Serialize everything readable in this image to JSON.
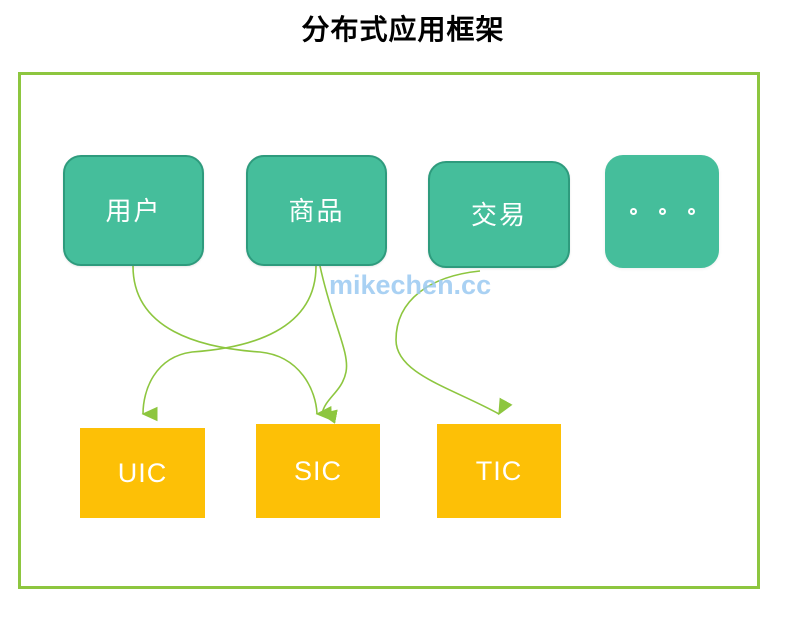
{
  "page": {
    "title": "分布式应用框架",
    "background_color": "#FFFFFF"
  },
  "frame": {
    "border_color": "#8DC63F"
  },
  "watermark": {
    "text": "mikechen.cc",
    "color": "#9BC9F2"
  },
  "colors": {
    "service_fill": "#45BE9B",
    "service_border": "#2E9B7D",
    "center_fill": "#FDC006",
    "connector": "#8DC63F",
    "label_text": "#FFFFFF",
    "title_text": "#000000"
  },
  "service_layer": {
    "nodes": [
      {
        "id": "user",
        "label": "用户",
        "type": "text"
      },
      {
        "id": "product",
        "label": "商品",
        "type": "text"
      },
      {
        "id": "trade",
        "label": "交易",
        "type": "text"
      },
      {
        "id": "more",
        "label": "。。。",
        "type": "ellipsis"
      }
    ]
  },
  "center_layer": {
    "nodes": [
      {
        "id": "uic",
        "label": "UIC"
      },
      {
        "id": "sic",
        "label": "SIC"
      },
      {
        "id": "tic",
        "label": "TIC"
      }
    ]
  },
  "connections": [
    {
      "from": "user",
      "to": "sic",
      "arrow": "down"
    },
    {
      "from": "product",
      "to": "uic",
      "arrow": "down"
    },
    {
      "from": "product",
      "to": "sic",
      "arrow": "down"
    },
    {
      "from": "trade",
      "to": "tic",
      "arrow": "down"
    }
  ],
  "chart_data": {
    "type": "diagram",
    "title": "分布式应用框架",
    "layers": [
      {
        "name": "service",
        "items": [
          "用户",
          "商品",
          "交易",
          "。。。"
        ]
      },
      {
        "name": "center",
        "items": [
          "UIC",
          "SIC",
          "TIC"
        ]
      }
    ],
    "edges": [
      [
        "用户",
        "SIC"
      ],
      [
        "商品",
        "UIC"
      ],
      [
        "商品",
        "SIC"
      ],
      [
        "交易",
        "TIC"
      ]
    ]
  }
}
